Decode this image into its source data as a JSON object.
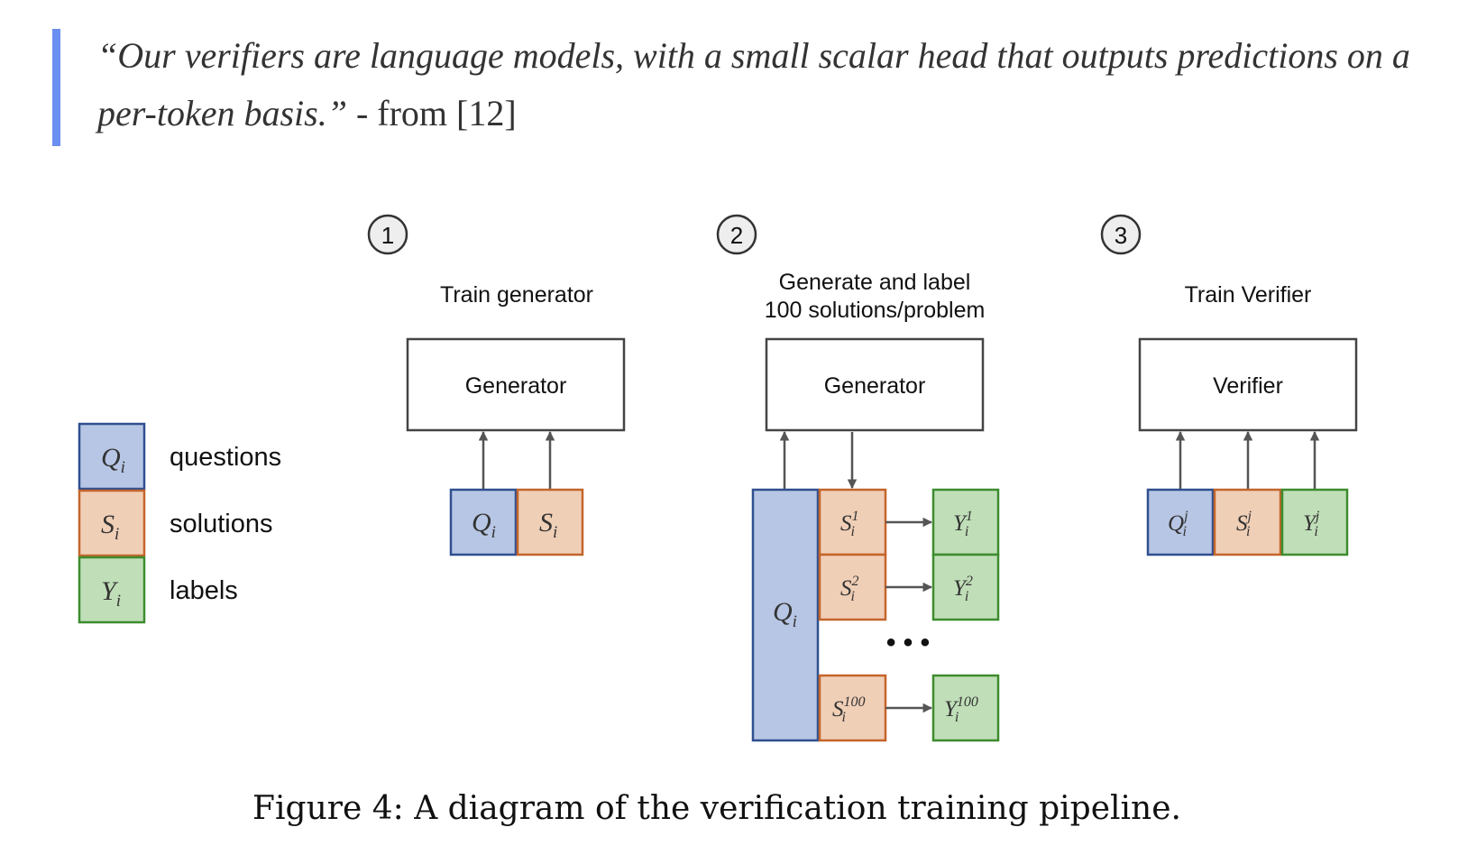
{
  "quote": {
    "text": "“Our verifiers are language models, with a small scalar head that outputs predictions on a per-token basis.”",
    "attribution": " - from [12]"
  },
  "legend": [
    {
      "symbol": "Q",
      "sub": "i",
      "label": "questions",
      "color": "#b7c6e4",
      "border": "#2f4f8f"
    },
    {
      "symbol": "S",
      "sub": "i",
      "label": "solutions",
      "color": "#f0cfb7",
      "border": "#c4652a"
    },
    {
      "symbol": "Y",
      "sub": "i",
      "label": "labels",
      "color": "#c0dfb8",
      "border": "#3d8c2e"
    }
  ],
  "steps": [
    {
      "number": "1",
      "title": [
        "Train generator"
      ],
      "box": "Generator",
      "inputs": [
        {
          "symbol": "Q",
          "sub": "i"
        },
        {
          "symbol": "S",
          "sub": "i"
        }
      ]
    },
    {
      "number": "2",
      "title": [
        "Generate and label",
        "100 solutions/problem"
      ],
      "box": "Generator",
      "input": {
        "symbol": "Q",
        "sub": "i"
      },
      "rows": [
        {
          "s": {
            "symbol": "S",
            "sub": "i",
            "sup": "1"
          },
          "y": {
            "symbol": "Y",
            "sub": "i",
            "sup": "1"
          }
        },
        {
          "s": {
            "symbol": "S",
            "sub": "i",
            "sup": "2"
          },
          "y": {
            "symbol": "Y",
            "sub": "i",
            "sup": "2"
          }
        },
        {
          "s": {
            "symbol": "S",
            "sub": "i",
            "sup": "100"
          },
          "y": {
            "symbol": "Y",
            "sub": "i",
            "sup": "100"
          }
        }
      ],
      "ellipsis": "• • •"
    },
    {
      "number": "3",
      "title": [
        "Train Verifier"
      ],
      "box": "Verifier",
      "inputs": [
        {
          "symbol": "Q",
          "sub": "i",
          "sup": "j"
        },
        {
          "symbol": "S",
          "sub": "i",
          "sup": "j"
        },
        {
          "symbol": "Y",
          "sub": "i",
          "sup": "j"
        }
      ]
    }
  ],
  "caption": "Figure 4:  A diagram of the verification training pipeline.",
  "colors": {
    "blue_fill": "#b7c6e4",
    "blue_border": "#2f4f8f",
    "orange_fill": "#f0cfb7",
    "orange_border": "#c4652a",
    "green_fill": "#c0dfb8",
    "green_border": "#3d8c2e",
    "arrow": "#555555",
    "quote_bar": "#6b8ff0"
  }
}
